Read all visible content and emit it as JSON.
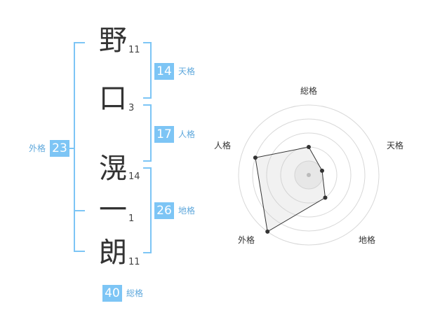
{
  "name": {
    "characters": [
      {
        "char": "野",
        "strokes": 11
      },
      {
        "char": "口",
        "strokes": 3
      },
      {
        "char": "滉",
        "strokes": 14
      },
      {
        "char": "一",
        "strokes": 1
      },
      {
        "char": "朗",
        "strokes": 11
      }
    ]
  },
  "fortune": {
    "tenkaku": {
      "label": "天格",
      "value": 14
    },
    "jinkaku": {
      "label": "人格",
      "value": 17
    },
    "chikaku": {
      "label": "地格",
      "value": 26
    },
    "gaikaku": {
      "label": "外格",
      "value": 23
    },
    "soukaku": {
      "label": "総格",
      "value": 40
    }
  },
  "chart_data": {
    "type": "radar",
    "axes": [
      "総格",
      "天格",
      "地格",
      "外格",
      "人格"
    ],
    "levels": 5,
    "values": [
      2,
      1,
      2,
      5,
      4
    ],
    "max": 5
  },
  "colors": {
    "accent": "#7dc5f5",
    "accent_text": "#5fa8dc",
    "char_text": "#333333"
  }
}
